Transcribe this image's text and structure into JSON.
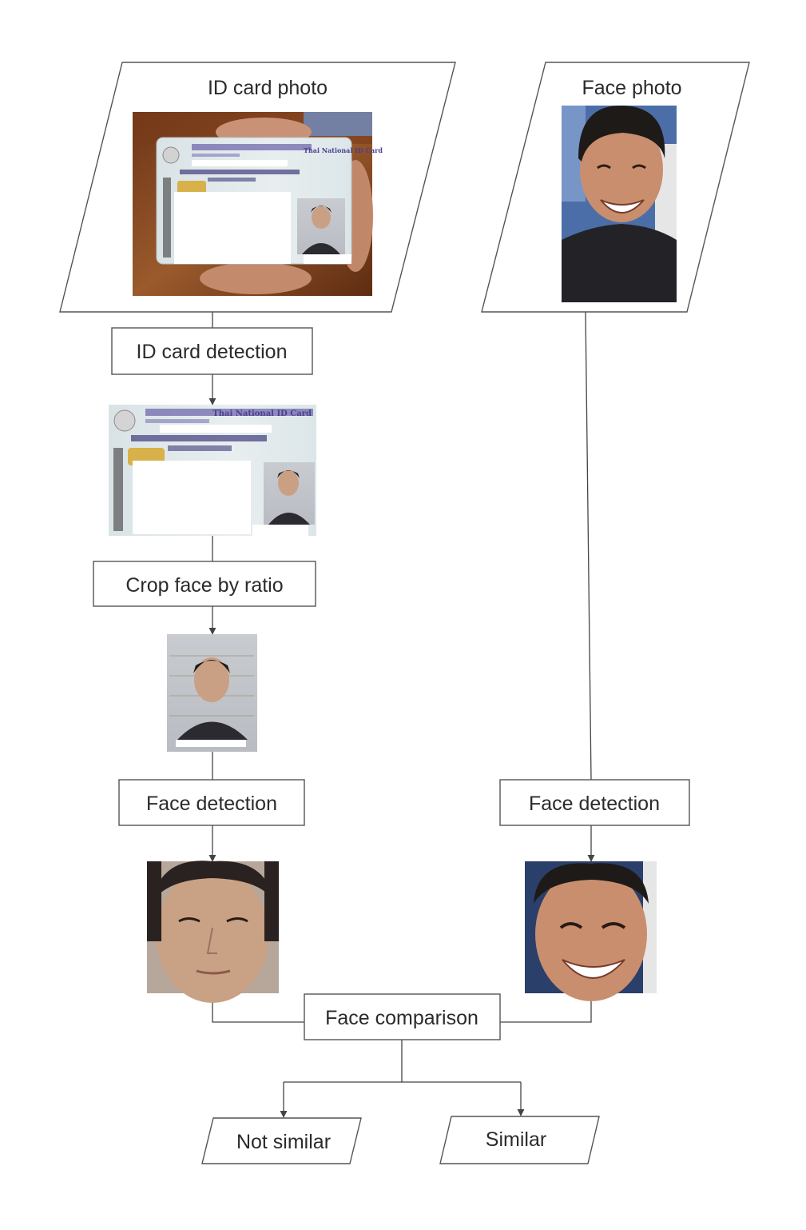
{
  "inputs": {
    "id_card_photo": "ID card photo",
    "face_photo": "Face photo"
  },
  "steps": {
    "id_card_detection": "ID card detection",
    "crop_face": "Crop face by ratio",
    "face_detection_left": "Face detection",
    "face_detection_right": "Face detection",
    "face_comparison": "Face comparison"
  },
  "outputs": {
    "not_similar": "Not similar",
    "similar": "Similar"
  },
  "id_card_text": {
    "header": "Thai National ID Card"
  },
  "colors": {
    "stroke": "#555555",
    "text": "#2b2b2b",
    "card_bg": "#dfe7ea",
    "card_accent": "#6a5fa8",
    "wood": "#8a4a22",
    "skin": "#c99a78",
    "hair": "#1e1a18"
  }
}
